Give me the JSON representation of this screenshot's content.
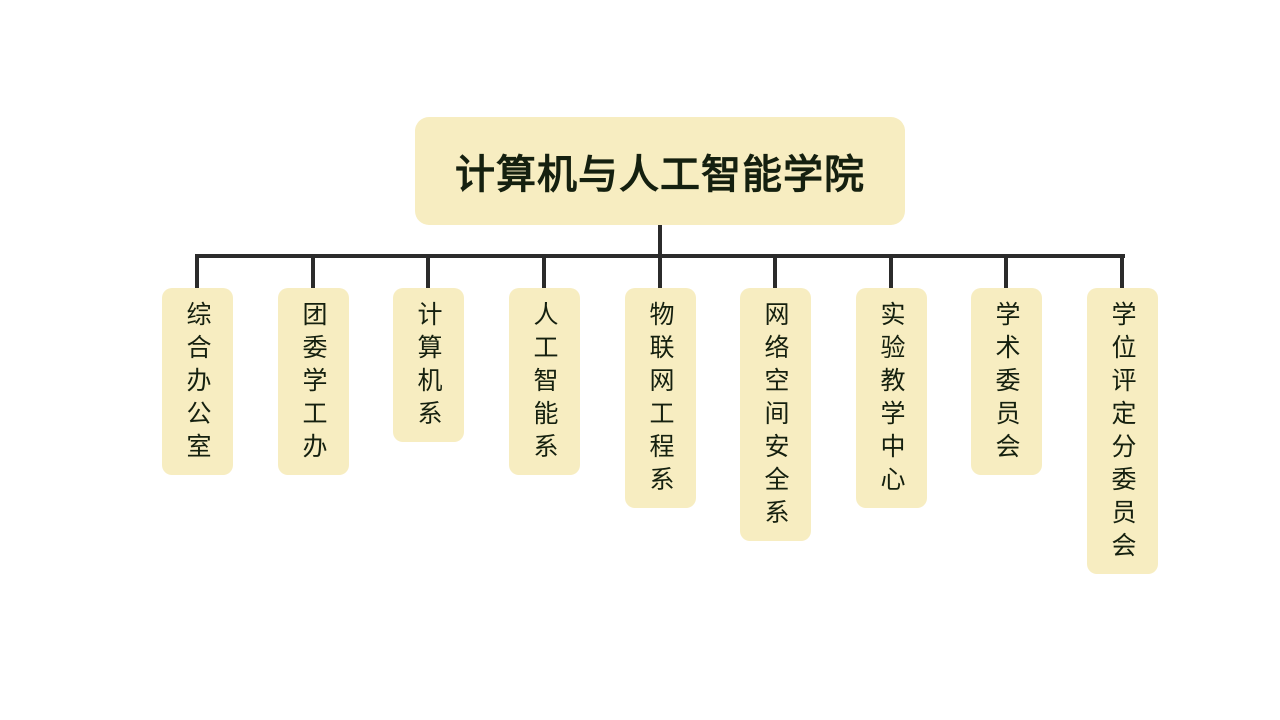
{
  "root": {
    "label": "计算机与人工智能学院"
  },
  "children": [
    {
      "label": "综合办公室"
    },
    {
      "label": "团委学工办"
    },
    {
      "label": "计算机系"
    },
    {
      "label": "人工智能系"
    },
    {
      "label": "物联网工程系"
    },
    {
      "label": "网络空间安全系"
    },
    {
      "label": "实验教学中心"
    },
    {
      "label": "学术委员会"
    },
    {
      "label": "学位评定分委员会"
    }
  ],
  "colors": {
    "box": "#f7edc1",
    "text": "#15200f",
    "connector": "#2b2b2b"
  }
}
